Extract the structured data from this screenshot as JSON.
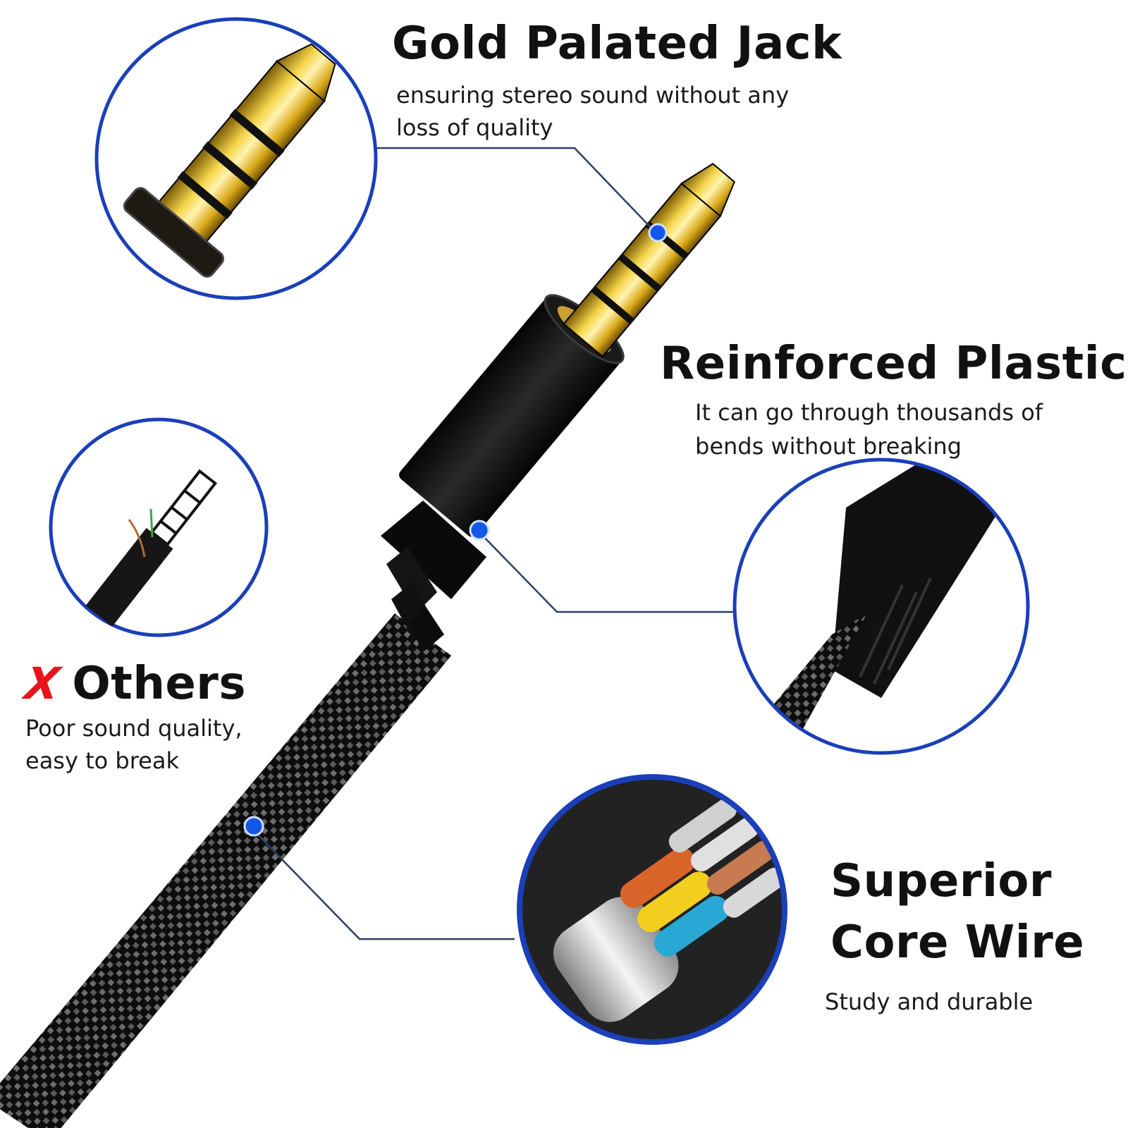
{
  "colors": {
    "circle_stroke": "#1b3fb8",
    "callout_dot": "#1456e8",
    "leader_line": "#2c3e66",
    "gold": "#e6b820",
    "cable_black": "#111111",
    "x_red": "#e8141b",
    "text": "#111111"
  },
  "features": [
    {
      "id": "gold-jack",
      "title": "Gold Palated Jack",
      "description_lines": [
        "ensuring stereo sound without any",
        "loss of quality"
      ],
      "icon": "gold-plug-closeup"
    },
    {
      "id": "reinforced-plastic",
      "title": "Reinforced Plastic",
      "description_lines": [
        "It can go through thousands of",
        "bends without breaking"
      ],
      "icon": "strain-relief-closeup"
    },
    {
      "id": "others",
      "mark": "X",
      "title": "Others",
      "description_lines": [
        "Poor sound quality,",
        "easy to break"
      ],
      "icon": "cheap-plug-closeup"
    },
    {
      "id": "core-wire",
      "title_lines": [
        "Superior",
        "Core Wire"
      ],
      "description_lines": [
        "Study and durable"
      ],
      "icon": "core-wire-cross-section"
    }
  ],
  "core_wire_colors": [
    "#d9652b",
    "#f2cf1e",
    "#29a8d6",
    "#c9c9c9"
  ]
}
